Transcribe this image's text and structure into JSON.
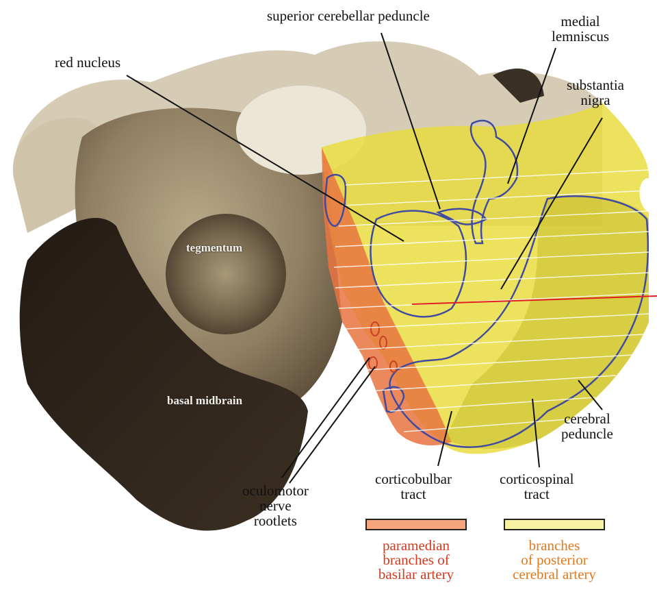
{
  "labels": {
    "superior_cerebellar_peduncle": "superior cerebellar peduncle",
    "medial_lemniscus": [
      "medial",
      "lemniscus"
    ],
    "red_nucleus": "red nucleus",
    "substantia_nigra": [
      "substantia",
      "nigra"
    ],
    "tegmentum": "tegmentum",
    "basal_midbrain": "basal midbrain",
    "cerebral_peduncle": [
      "cerebral",
      "peduncle"
    ],
    "oculomotor_nerve_rootlets": [
      "oculomotor",
      "nerve",
      "rootlets"
    ],
    "corticobulbar_tract": [
      "corticobulbar",
      "tract"
    ],
    "corticospinal_tract": [
      "corticospinal",
      "tract"
    ]
  },
  "legend": [
    {
      "lines": [
        "paramedian",
        "branches of",
        "basilar artery"
      ],
      "swatch_color": "#f5a47c",
      "text_color": "#d63a1e"
    },
    {
      "lines": [
        "branches",
        "of posterior",
        "cerebral artery"
      ],
      "swatch_color": "#f7f2a0",
      "text_color": "#e2791c"
    }
  ],
  "colors": {
    "tissue_light": "#d9cfb8",
    "tissue_dark": "#2c2219",
    "posterior_region": "#eadf3e",
    "paramedian_region": "#e97a4a",
    "outline": "#3f4aa0",
    "pointer_red": "#e02020"
  }
}
